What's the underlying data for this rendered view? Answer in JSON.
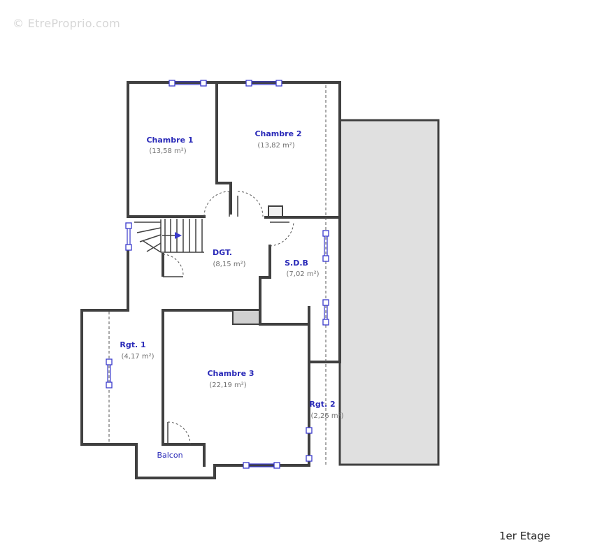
{
  "watermark": "© EtreProprio.com",
  "floor_label": "1er Etage",
  "rooms": [
    {
      "name": "Chambre 1",
      "area": "(13,58 m²)"
    },
    {
      "name": "Chambre 2",
      "area": "(13,82 m²)"
    },
    {
      "name": "DGT.",
      "area": "(8,15 m²)"
    },
    {
      "name": "S.D.B",
      "area": "(7,02 m²)"
    },
    {
      "name": "Rgt. 1",
      "area": "(4,17 m²)"
    },
    {
      "name": "Chambre 3",
      "area": "(22,19 m²)"
    },
    {
      "name": "Rgt. 2",
      "area": "(2,26 m²)"
    },
    {
      "name": "Balcon",
      "area": ""
    }
  ],
  "colors": {
    "wall": "#404040",
    "label": "#2a2ab8",
    "area_text": "#707070",
    "window": "#3a3acc",
    "garage_fill": "#e0e0e0"
  }
}
